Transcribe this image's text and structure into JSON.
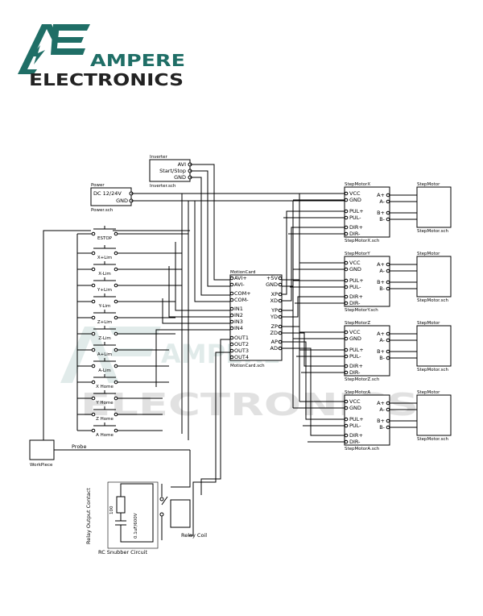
{
  "logo": {
    "mark": "AE",
    "line1": "AMPERE",
    "line2": "ELECTRONICS",
    "color_teal": "#1f6e66",
    "color_dark": "#222222"
  },
  "watermark": {
    "line1": "AMPERE",
    "line2": "ELECTRONICS"
  },
  "inverter": {
    "title": "Inverter",
    "pins": [
      "AVI",
      "Start/Stop",
      "GND"
    ],
    "file": "Inverter.sch"
  },
  "power": {
    "title": "Power",
    "label": "DC 12/24V",
    "pins": [
      "DC",
      "GND"
    ],
    "file": "Power.sch"
  },
  "switches": [
    "ESTOP",
    "X+Lim",
    "X-Lim",
    "Y+Lim",
    "Y-Lim",
    "Z+Lim",
    "Z-Lim",
    "A+Lim",
    "A-Lim",
    "X Home",
    "Y Home",
    "Z Home",
    "A Home"
  ],
  "motion_card": {
    "title": "MotionCard",
    "left_pins": [
      "AVI+",
      "AVI-",
      "COM+",
      "COM-",
      "IN1",
      "IN2",
      "IN3",
      "IN4",
      "OUT1",
      "OUT2",
      "OUT3",
      "OUT4"
    ],
    "right_pins": [
      "+5V",
      "GND",
      "XP",
      "XD",
      "YP",
      "YD",
      "ZP",
      "ZD",
      "AP",
      "AD"
    ],
    "file": "MotionCard.sch"
  },
  "step_drivers": [
    {
      "title": "StepMotorX",
      "file": "StepMotorX.sch"
    },
    {
      "title": "StepMotorY",
      "file": "StepMotorY.sch"
    },
    {
      "title": "StepMotorZ",
      "file": "StepMotorZ.sch"
    },
    {
      "title": "StepMotorA",
      "file": "StepMotorA.sch"
    }
  ],
  "driver_left_pins": [
    "VCC",
    "GND",
    "PUL+",
    "PUL-",
    "DIR+",
    "DIR-"
  ],
  "driver_right_pins": [
    "A+",
    "A-",
    "B+",
    "B-"
  ],
  "step_motor": {
    "title": "StepMotor",
    "file": "StepMotor.sch"
  },
  "workpiece": "WorkPiece",
  "probe": "Probe",
  "relay_output_contact": "Relay Output Contact",
  "resistor": "100",
  "capacitor": "0.1uF/600V",
  "rc_snubber": "RC Snubber Circuit",
  "relay_coil": "Relay Coil"
}
